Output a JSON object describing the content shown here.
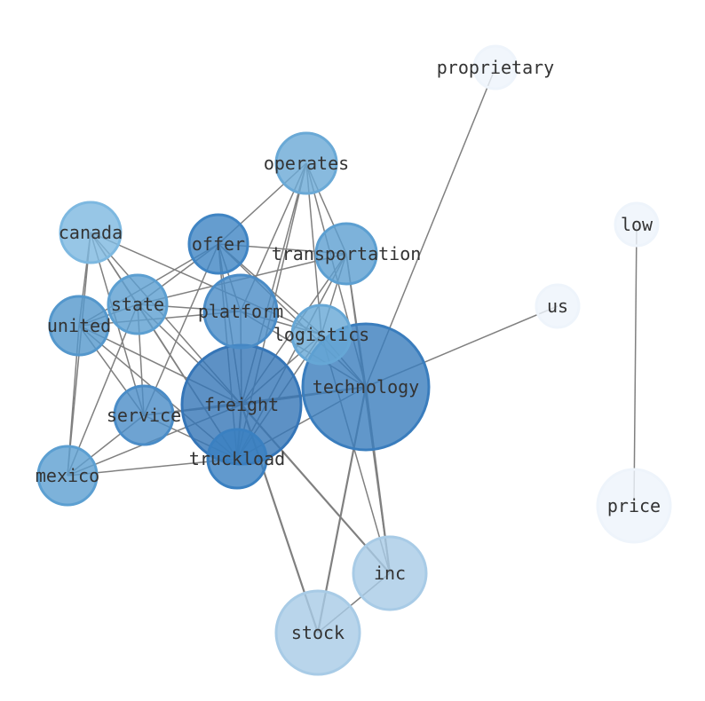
{
  "graph": {
    "nodes": [
      {
        "id": "proprietary",
        "label": "proprietary",
        "color": "#eef4fb"
      },
      {
        "id": "operates",
        "label": "operates",
        "color": "#6aa9d6"
      },
      {
        "id": "canada",
        "label": "canada",
        "color": "#7db8e0"
      },
      {
        "id": "low",
        "label": "low",
        "color": "#eef4fb"
      },
      {
        "id": "offer",
        "label": "offer",
        "color": "#3f84c3"
      },
      {
        "id": "transportation",
        "label": "transportation",
        "color": "#5c9fd1"
      },
      {
        "id": "state",
        "label": "state",
        "color": "#5c9fd1"
      },
      {
        "id": "us",
        "label": "us",
        "color": "#eef4fb"
      },
      {
        "id": "platform",
        "label": "platform",
        "color": "#4a8cc7"
      },
      {
        "id": "united",
        "label": "united",
        "color": "#5497cc"
      },
      {
        "id": "logistics",
        "label": "logistics",
        "color": "#66a7d6"
      },
      {
        "id": "technology",
        "label": "technology",
        "color": "#3a7dbd"
      },
      {
        "id": "freight",
        "label": "freight",
        "color": "#3575b7"
      },
      {
        "id": "service",
        "label": "service",
        "color": "#4a8cc7"
      },
      {
        "id": "truckload",
        "label": "truckload",
        "color": "#3a80c1"
      },
      {
        "id": "mexico",
        "label": "mexico",
        "color": "#5c9fd1"
      },
      {
        "id": "price",
        "label": "price",
        "color": "#eef4fb"
      },
      {
        "id": "inc",
        "label": "inc",
        "color": "#a8cbe6"
      },
      {
        "id": "stock",
        "label": "stock",
        "color": "#a8cbe6"
      }
    ],
    "edges": [
      [
        "proprietary",
        "technology"
      ],
      [
        "low",
        "price"
      ],
      [
        "us",
        "technology"
      ],
      [
        "operates",
        "offer"
      ],
      [
        "operates",
        "platform"
      ],
      [
        "operates",
        "logistics"
      ],
      [
        "operates",
        "technology"
      ],
      [
        "operates",
        "freight"
      ],
      [
        "operates",
        "truckload"
      ],
      [
        "operates",
        "transportation"
      ],
      [
        "canada",
        "state"
      ],
      [
        "canada",
        "united"
      ],
      [
        "canada",
        "mexico"
      ],
      [
        "canada",
        "freight"
      ],
      [
        "canada",
        "service"
      ],
      [
        "canada",
        "truckload"
      ],
      [
        "canada",
        "logistics"
      ],
      [
        "offer",
        "platform"
      ],
      [
        "offer",
        "transportation"
      ],
      [
        "offer",
        "logistics"
      ],
      [
        "offer",
        "technology"
      ],
      [
        "offer",
        "freight"
      ],
      [
        "offer",
        "service"
      ],
      [
        "offer",
        "truckload"
      ],
      [
        "offer",
        "state"
      ],
      [
        "offer",
        "united"
      ],
      [
        "transportation",
        "logistics"
      ],
      [
        "transportation",
        "freight"
      ],
      [
        "transportation",
        "technology"
      ],
      [
        "transportation",
        "inc"
      ],
      [
        "transportation",
        "truckload"
      ],
      [
        "transportation",
        "state"
      ],
      [
        "state",
        "united"
      ],
      [
        "state",
        "platform"
      ],
      [
        "state",
        "freight"
      ],
      [
        "state",
        "service"
      ],
      [
        "state",
        "mexico"
      ],
      [
        "state",
        "truckload"
      ],
      [
        "platform",
        "freight"
      ],
      [
        "platform",
        "technology"
      ],
      [
        "platform",
        "united"
      ],
      [
        "platform",
        "logistics"
      ],
      [
        "united",
        "freight"
      ],
      [
        "united",
        "service"
      ],
      [
        "united",
        "mexico"
      ],
      [
        "united",
        "truckload"
      ],
      [
        "logistics",
        "freight"
      ],
      [
        "logistics",
        "technology"
      ],
      [
        "logistics",
        "truckload"
      ],
      [
        "logistics",
        "inc"
      ],
      [
        "technology",
        "freight"
      ],
      [
        "technology",
        "service"
      ],
      [
        "technology",
        "stock"
      ],
      [
        "technology",
        "inc"
      ],
      [
        "technology",
        "truckload"
      ],
      [
        "freight",
        "service"
      ],
      [
        "freight",
        "truckload"
      ],
      [
        "freight",
        "mexico"
      ],
      [
        "freight",
        "inc"
      ],
      [
        "freight",
        "stock"
      ],
      [
        "service",
        "mexico"
      ],
      [
        "service",
        "truckload"
      ],
      [
        "truckload",
        "mexico"
      ],
      [
        "stock",
        "inc"
      ]
    ]
  }
}
